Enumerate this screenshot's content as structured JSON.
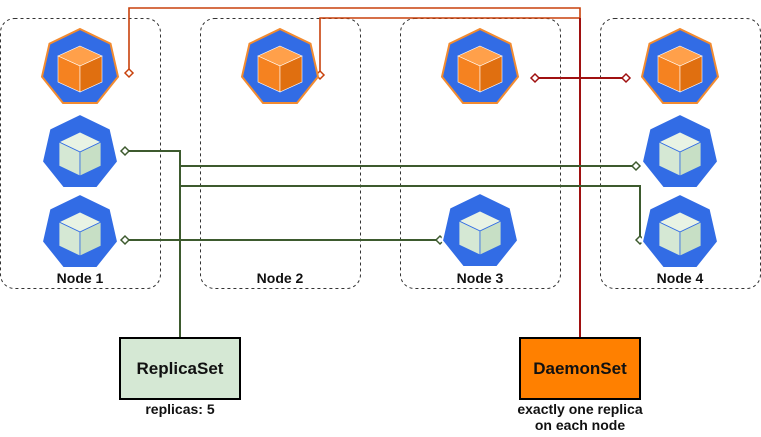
{
  "nodes": [
    {
      "label": "Node 1"
    },
    {
      "label": "Node 2"
    },
    {
      "label": "Node 3"
    },
    {
      "label": "Node 4"
    }
  ],
  "replicaset": {
    "label": "ReplicaSet",
    "note": "replicas: 5",
    "fill": "#d5e8d4",
    "stroke": "#000000"
  },
  "daemonset": {
    "label": "DaemonSet",
    "note_line1": "exactly one replica",
    "note_line2": "on each node",
    "fill": "#ff8000",
    "stroke": "#000000"
  },
  "colors": {
    "pod_hexagon": "#326ce5",
    "daemon_pod_cube": "#f58220",
    "replica_pod_cube": "#d5e8d4",
    "replicaset_link": "#3d5a2e",
    "daemonset_link": "#a01010",
    "daemonset_link_light": "#c8410b"
  },
  "icons": {
    "daemon_pod": "kubernetes-pod-orange-icon",
    "replica_pod": "kubernetes-pod-green-icon"
  }
}
